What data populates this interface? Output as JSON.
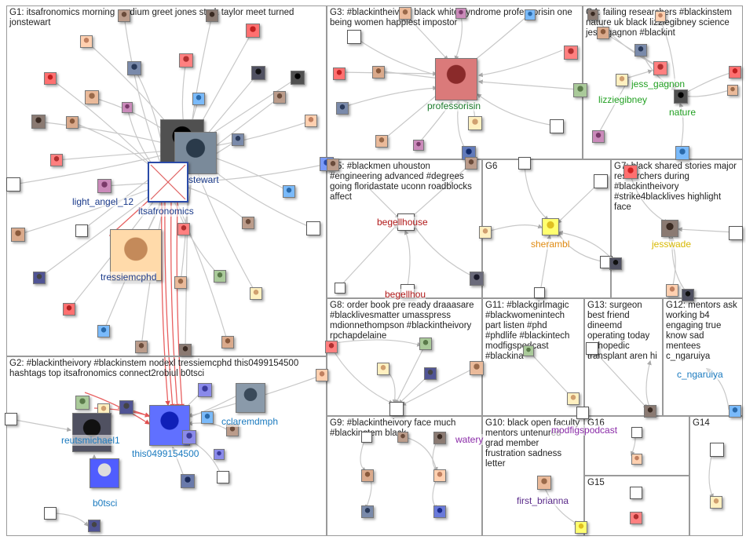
{
  "groups": [
    {
      "id": "G1",
      "title": "G1: itsafronomics morning medium greet jones stark taylor meet turned jonstewart"
    },
    {
      "id": "G2",
      "title": "G2: #blackintheivory #blackinstem nodexl tressiemcphd this0499154500 hashtags top itsafronomics connect2robiul b0tsci"
    },
    {
      "id": "G3",
      "title": "G3: #blackintheivory black white syndrome professorisin one being women happiest impostor"
    },
    {
      "id": "G4",
      "title": "G4: failing researchers #blackinstem nature uk black lizziegibney science jess_gagnon #blackint"
    },
    {
      "id": "G5",
      "title": "G5: #blackmen uhouston #engineering advanced #degrees going floridastate uconn roadblocks affect"
    },
    {
      "id": "G6",
      "title": "G6"
    },
    {
      "id": "G7",
      "title": "G7: black shared stories major researchers during #blackintheivory #strike4blacklives highlight face"
    },
    {
      "id": "G8",
      "title": "G8: order book pre ready draaasare #blacklivesmatter umasspress mdionnethompson #blackintheivory rpchapdelaine"
    },
    {
      "id": "G9",
      "title": "G9: #blackintheivory face much #blackinstem black"
    },
    {
      "id": "G10",
      "title": "G10: black open faculty mentors untenured grad member frustration sadness letter"
    },
    {
      "id": "G11",
      "title": "G11: #blackgirlmagic #blackwomenintech part listen #phd #phdlife #blackintech modfigspodcast #blackina"
    },
    {
      "id": "G12",
      "title": "G12: mentors ask working b4 engaging true know sad mentees c_ngaruiya"
    },
    {
      "id": "G13",
      "title": "G13: surgeon best friend dineemd operating today orthopedic transplant aren hi"
    },
    {
      "id": "G14",
      "title": "G14"
    },
    {
      "id": "G15",
      "title": "G15"
    },
    {
      "id": "G16",
      "title": "G16"
    }
  ],
  "labels": [
    {
      "id": "itsafronomics",
      "text": "itsafronomics",
      "color": "#1a3a8a"
    },
    {
      "id": "jonstewart",
      "text": "stewart",
      "color": "#1a3a8a"
    },
    {
      "id": "light_angel",
      "text": "light_angel_12",
      "color": "#1a3a8a"
    },
    {
      "id": "tressiemcphd",
      "text": "tressiemcphd",
      "color": "#1a3a8a"
    },
    {
      "id": "professorisin",
      "text": "professorisin",
      "color": "#1a7a2a"
    },
    {
      "id": "jess_gagnon",
      "text": "jess_gagnon",
      "color": "#22a022"
    },
    {
      "id": "lizziegibney",
      "text": "lizziegibney",
      "color": "#22a022"
    },
    {
      "id": "nature",
      "text": "nature",
      "color": "#22a022"
    },
    {
      "id": "begellhouse",
      "text": "begellhouse",
      "color": "#b01818"
    },
    {
      "id": "begellhouse2",
      "text": "begellhou",
      "color": "#b01818"
    },
    {
      "id": "sherambl",
      "text": "sherambl",
      "color": "#e08a10"
    },
    {
      "id": "jesswade",
      "text": "jesswade",
      "color": "#d8b800"
    },
    {
      "id": "cclaremdmph",
      "text": "cclaremdmph",
      "color": "#1a7abf"
    },
    {
      "id": "this0499154500",
      "text": "this0499154500",
      "color": "#1a7abf"
    },
    {
      "id": "reutsmichael1",
      "text": "reutsmichael1",
      "color": "#1a7abf"
    },
    {
      "id": "b0tsci",
      "text": "b0tsci",
      "color": "#1a7abf"
    },
    {
      "id": "modfigspodcast",
      "text": "modfigspodcast",
      "color": "#8a2aa8"
    },
    {
      "id": "watery",
      "text": "watery",
      "color": "#8a2aa8"
    },
    {
      "id": "first_brianna",
      "text": "first_brianna",
      "color": "#5a2a8a"
    },
    {
      "id": "c_ngaruiya",
      "text": "c_ngaruiya",
      "color": "#1a7abf"
    }
  ],
  "colors": {
    "edge": "#c8c8c8",
    "edge_dark": "#9a9a9a",
    "edge_red": "#e86060",
    "panel_border": "#9a9a9a"
  }
}
